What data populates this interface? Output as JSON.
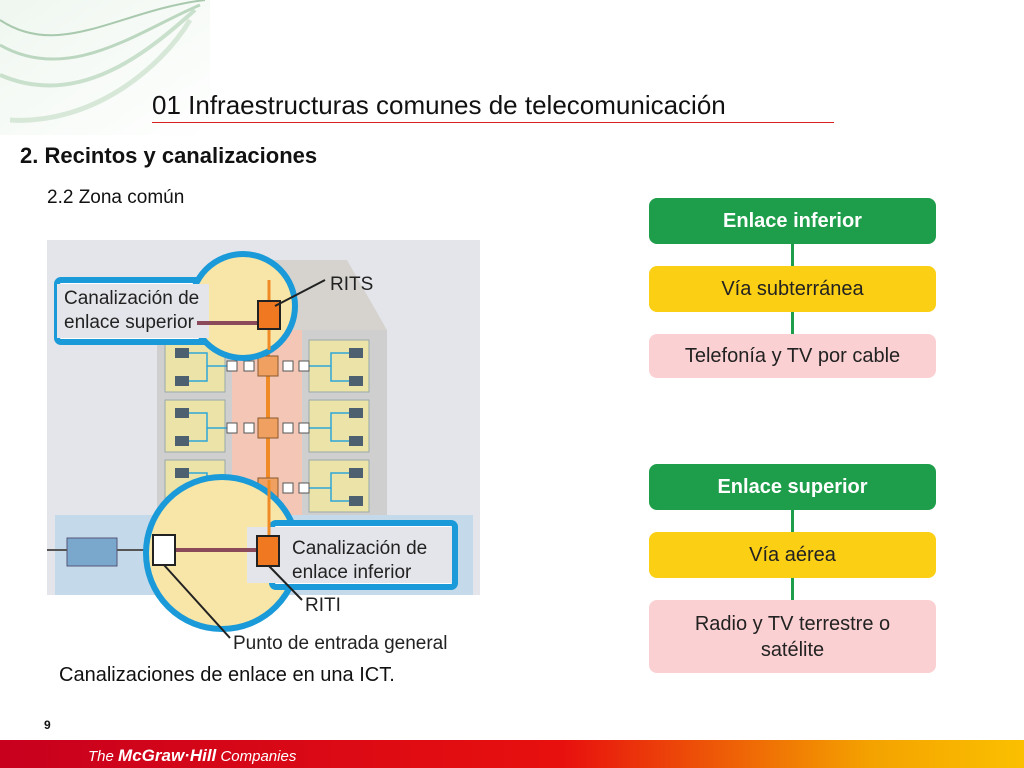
{
  "header": {
    "title": "01  Infraestructuras comunes de telecomunicación"
  },
  "section_title": "2. Recintos y canalizaciones",
  "subsection_title": "2.2 Zona común",
  "figure": {
    "label_top_line1": "Canalización de",
    "label_top_line2": "enlace superior",
    "label_rits": "RITS",
    "label_bottom_line1": "Canalización de",
    "label_bottom_line2": "enlace inferior",
    "label_riti": "RITI",
    "label_entry": "Punto de entrada general",
    "caption": "Canalizaciones de enlace en una ICT."
  },
  "flow_inferior": {
    "header": "Enlace inferior",
    "via": "Vía subterránea",
    "service": "Telefonía y TV por cable"
  },
  "flow_superior": {
    "header": "Enlace superior",
    "via": "Vía aérea",
    "service": "Radio y TV terrestre o satélite"
  },
  "footer": {
    "page_number": "9",
    "brand_prefix": "The",
    "brand_name": "McGraw·Hill",
    "brand_suffix": "Companies"
  },
  "colors": {
    "accent_red": "#d82020",
    "green": "#1e9e4a",
    "yellow": "#fbcf14",
    "pink": "#fbd0d2",
    "callout_blue": "#1a9ad8",
    "conduit_orange": "#f08a24"
  }
}
